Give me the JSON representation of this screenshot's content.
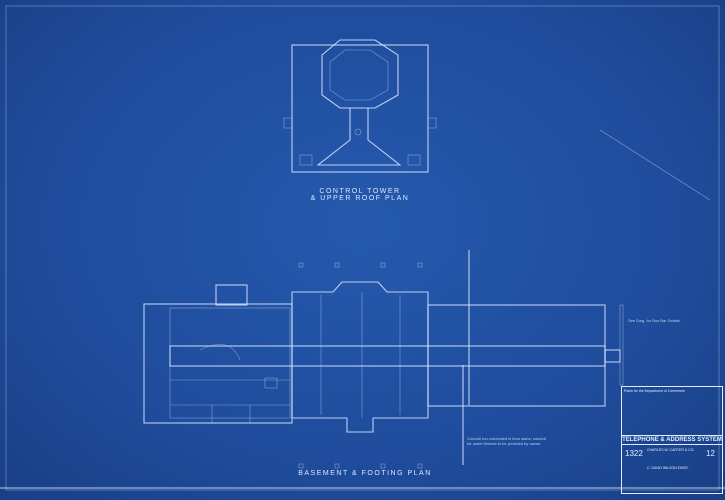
{
  "sheet": {
    "ink_color": "#d8e6ff",
    "paper_color": "#1f4c9c",
    "upper_plan_title_1": "CONTROL TOWER",
    "upper_plan_title_2": "& UPPER ROOF PLAN",
    "lower_plan_title": "BASEMENT & FOOTING PLAN",
    "note_right": "See Dwg. for Bus Bar Details",
    "note_lower": "Conduit run concealed in floor slabs; conduit for outlet fixtures to be provided by owner."
  },
  "title_block": {
    "header": "Plans for the Department of Commerce",
    "system_title": "TELEPHONE & ADDRESS SYSTEM",
    "drawing_number": "1322",
    "sheet_number": "12",
    "architect": "CHARLES W. CARTER & CO.",
    "engineer": "C. DAVID WILSON ENGR."
  }
}
